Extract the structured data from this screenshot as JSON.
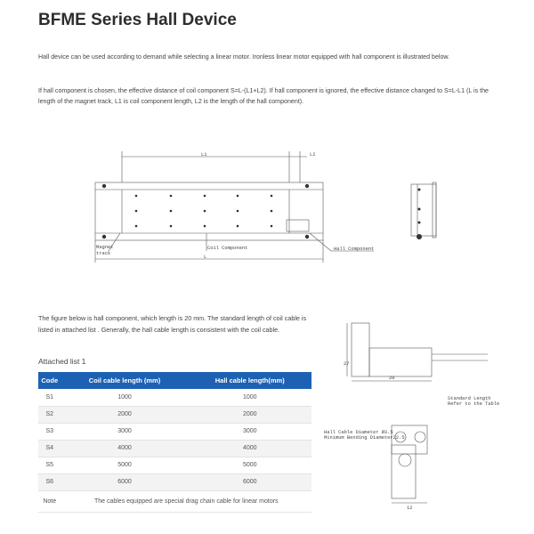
{
  "title": "BFME Series Hall Device",
  "paragraphs": [
    "Hall device can be used according to demand while selecting a linear motor. Ironless linear motor equipped with hall component is illustrated below.",
    "If hall component is chosen, the effective distance of coil component S=L-(L1+L2). If hall component is ignored, the effective distance changed to S=L-L1 (L is the length of the magnet track, L1 is coil component length, L2 is the length of the hall component)."
  ],
  "drawing_labels": {
    "l1": "L1",
    "l2": "L2",
    "l": "L",
    "magnet_track_1": "Magnet",
    "magnet_track_2": "track",
    "coil_component": "Coil Component",
    "hall_component": "Hall Component"
  },
  "intro_text": "The figure below is hall component, which length is 20 mm. The standard length of coil cable is listed in attached list . Generally, the hall cable length is consistent with the coil cable.",
  "list_title": "Attached list 1",
  "table": {
    "headers": [
      "Code",
      "Coil cable length (mm)",
      "Hall cable length(mm)"
    ],
    "rows": [
      [
        "S1",
        "1000",
        "1000"
      ],
      [
        "S2",
        "2000",
        "2000"
      ],
      [
        "S3",
        "3000",
        "3000"
      ],
      [
        "S4",
        "4000",
        "4000"
      ],
      [
        "S5",
        "5000",
        "5000"
      ],
      [
        "S6",
        "6000",
        "6000"
      ]
    ],
    "note_label": "Note",
    "note_text": "The cables equipped are special drag chain cable for linear motors"
  },
  "hall_drawing_labels": {
    "height": "27",
    "length": "20",
    "standard_length_1": "Standard Length",
    "standard_length_2": "Refer to the Table",
    "cable_diameter_1": "Hall Cable Diameter Ø3.5",
    "cable_diameter_2": "Minimum Bending Diameter22.5",
    "width": "12"
  }
}
